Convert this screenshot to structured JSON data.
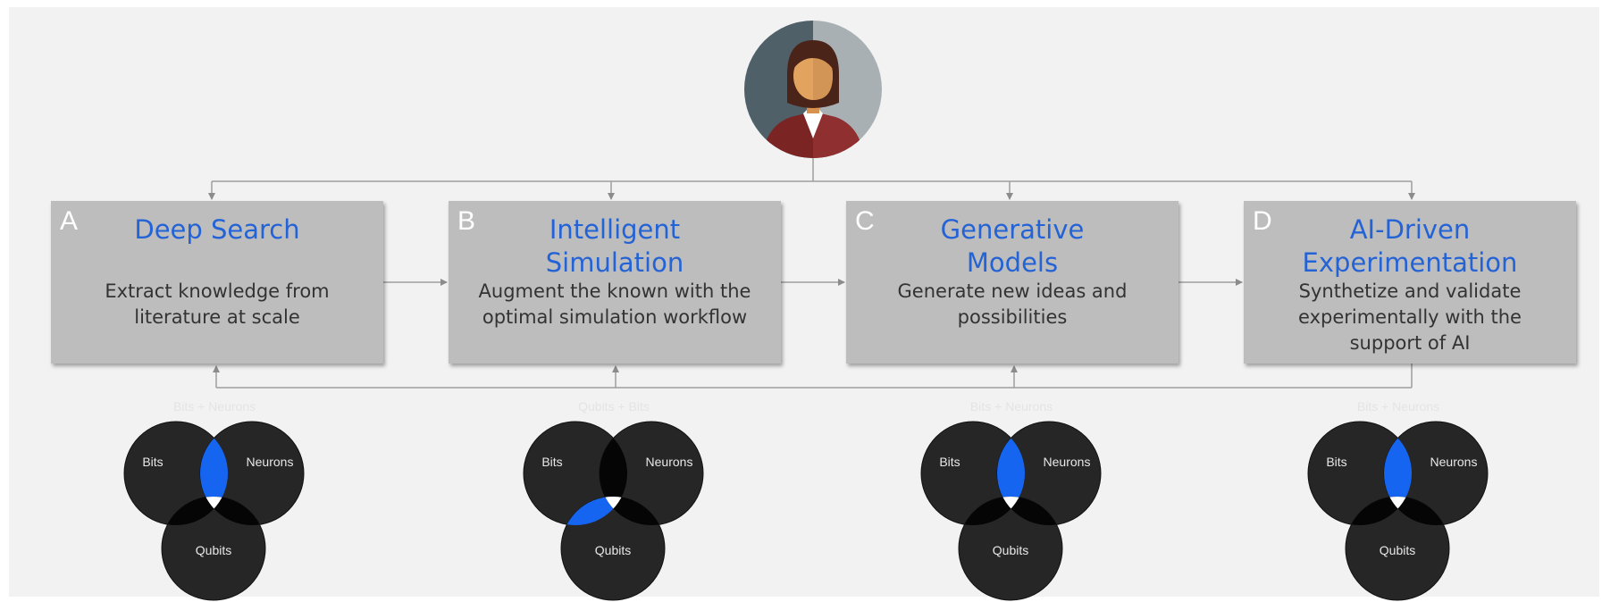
{
  "colors": {
    "box_fill": "#bdbdbd",
    "title_blue": "#2463d6",
    "venn_dark": "#262626",
    "venn_highlight": "#1565f0"
  },
  "steps": [
    {
      "letter": "A",
      "title_lines": [
        "Deep Search"
      ],
      "desc_lines": [
        "Extract knowledge from",
        "literature at scale"
      ],
      "venn_caption": "Bits + Neurons",
      "highlight": "bits-neurons"
    },
    {
      "letter": "B",
      "title_lines": [
        "Intelligent",
        "Simulation"
      ],
      "desc_lines": [
        "Augment the known with the",
        "optimal simulation workflow"
      ],
      "venn_caption": "Qubits + Bits",
      "highlight": "bits-qubits"
    },
    {
      "letter": "C",
      "title_lines": [
        "Generative",
        "Models"
      ],
      "desc_lines": [
        "Generate new ideas and",
        "possibilities"
      ],
      "venn_caption": "Bits + Neurons",
      "highlight": "bits-neurons"
    },
    {
      "letter": "D",
      "title_lines": [
        "AI-Driven",
        "Experimentation"
      ],
      "desc_lines": [
        "Synthetize and validate",
        "experimentally with the",
        "support of AI"
      ],
      "venn_caption": "Bits + Neurons",
      "highlight": "bits-neurons"
    }
  ],
  "venn_labels": {
    "bits": "Bits",
    "neurons": "Neurons",
    "qubits": "Qubits"
  }
}
